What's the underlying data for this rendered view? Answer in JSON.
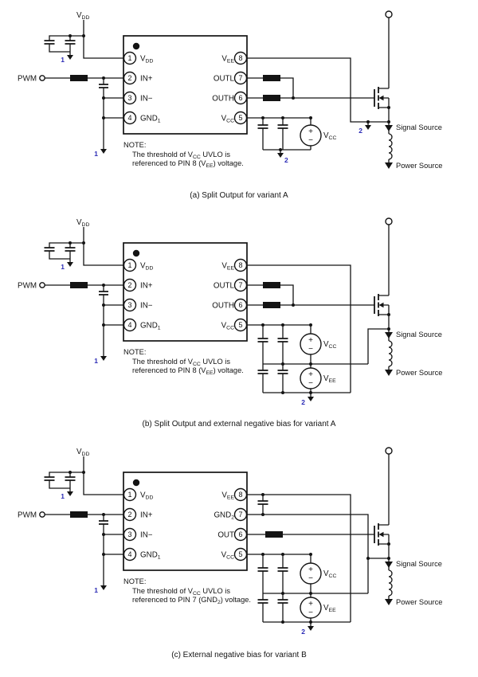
{
  "colors": {
    "wire": "#141414",
    "ref_blue": "#2a2ab5",
    "background": "#ffffff"
  },
  "circuits": [
    {
      "caption": "(a) Split Output for variant A",
      "vdd_t": "V",
      "vdd_sub": "DD",
      "pwm": "PWM",
      "ref1_top": "1",
      "ref1_bottom": "1",
      "pins_left": [
        {
          "num": "1",
          "t": "V",
          "sub": "DD"
        },
        {
          "num": "2",
          "t": "IN+",
          "sub": ""
        },
        {
          "num": "3",
          "t": "IN−",
          "sub": ""
        },
        {
          "num": "4",
          "t": "GND",
          "sub": "1"
        }
      ],
      "pins_right": [
        {
          "num": "8",
          "t": "V",
          "sub": "EE"
        },
        {
          "num": "7",
          "t": "OUTL",
          "sub": ""
        },
        {
          "num": "6",
          "t": "OUTH",
          "sub": ""
        },
        {
          "num": "5",
          "t": "V",
          "sub": "CC"
        }
      ],
      "note_title": "NOTE:",
      "note_l1_a": "The threshold of V",
      "note_l1_sub": "CC",
      "note_l1_b": " UVLO is",
      "note_l2_a": "referenced to PIN 8 (V",
      "note_l2_sub": "EE",
      "note_l2_b": ") voltage.",
      "vcc_t": "V",
      "vcc_sub": "CC",
      "plus": "+",
      "minus": "−",
      "ref2_mid": "2",
      "ref2_fet": "2",
      "signal_source": "Signal Source",
      "power_source": "Power Source"
    },
    {
      "caption": "(b) Split Output and external negative bias for variant A",
      "vdd_t": "V",
      "vdd_sub": "DD",
      "pwm": "PWM",
      "ref1_top": "1",
      "ref1_bottom": "1",
      "pins_left": [
        {
          "num": "1",
          "t": "V",
          "sub": "DD"
        },
        {
          "num": "2",
          "t": "IN+",
          "sub": ""
        },
        {
          "num": "3",
          "t": "IN−",
          "sub": ""
        },
        {
          "num": "4",
          "t": "GND",
          "sub": "1"
        }
      ],
      "pins_right": [
        {
          "num": "8",
          "t": "V",
          "sub": "EE"
        },
        {
          "num": "7",
          "t": "OUTL",
          "sub": ""
        },
        {
          "num": "6",
          "t": "OUTH",
          "sub": ""
        },
        {
          "num": "5",
          "t": "V",
          "sub": "CC"
        }
      ],
      "note_title": "NOTE:",
      "note_l1_a": "The threshold of V",
      "note_l1_sub": "CC",
      "note_l1_b": " UVLO is",
      "note_l2_a": "referenced to PIN 8 (V",
      "note_l2_sub": "EE",
      "note_l2_b": ") voltage.",
      "vcc_t": "V",
      "vcc_sub": "CC",
      "vee_t": "V",
      "vee_sub": "EE",
      "plus": "+",
      "minus": "−",
      "ref2_bottom": "2",
      "signal_source": "Signal Source",
      "power_source": "Power Source"
    },
    {
      "caption": "(c) External negative bias for variant B",
      "vdd_t": "V",
      "vdd_sub": "DD",
      "pwm": "PWM",
      "ref1_top": "1",
      "ref1_bottom": "1",
      "pins_left": [
        {
          "num": "1",
          "t": "V",
          "sub": "DD"
        },
        {
          "num": "2",
          "t": "IN+",
          "sub": ""
        },
        {
          "num": "3",
          "t": "IN−",
          "sub": ""
        },
        {
          "num": "4",
          "t": "GND",
          "sub": "1"
        }
      ],
      "pins_right": [
        {
          "num": "8",
          "t": "V",
          "sub": "EE"
        },
        {
          "num": "7",
          "t": "GND",
          "sub": "2"
        },
        {
          "num": "6",
          "t": "OUT",
          "sub": ""
        },
        {
          "num": "5",
          "t": "V",
          "sub": "CC"
        }
      ],
      "note_title": "NOTE:",
      "note_l1_a": "The threshold of V",
      "note_l1_sub": "CC",
      "note_l1_b": " UVLO is",
      "note_l2_a": "referenced to PIN 7 (GND",
      "note_l2_sub": "2",
      "note_l2_b": ") voltage.",
      "vcc_t": "V",
      "vcc_sub": "CC",
      "vee_t": "V",
      "vee_sub": "EE",
      "plus": "+",
      "minus": "−",
      "ref2_bottom": "2",
      "signal_source": "Signal Source",
      "power_source": "Power Source"
    }
  ]
}
